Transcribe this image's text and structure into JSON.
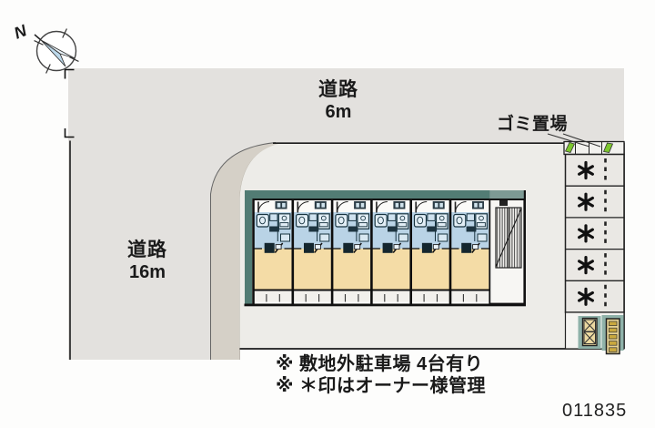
{
  "plan_id": "011835",
  "compass": {
    "direction_label": "N"
  },
  "roads": {
    "top": {
      "label": "道路",
      "width_label": "6m"
    },
    "left": {
      "label": "道路",
      "width_label": "16m"
    }
  },
  "site": {
    "garbage_area_label": "ゴミ置場",
    "building": {
      "unit_count": 6,
      "has_staircase": true
    },
    "parking": {
      "stall_count": 5,
      "stalls": [
        {
          "symbol": "*"
        },
        {
          "symbol": "*"
        },
        {
          "symbol": "*"
        },
        {
          "symbol": "*"
        },
        {
          "symbol": "*"
        }
      ]
    }
  },
  "notes": [
    "※ 敷地外駐車場 4台有り",
    "※ ＊印はオーナー様管理"
  ],
  "colors": {
    "road": "#e3e1de",
    "curb": "#d5d0c7",
    "ground": "#edece8",
    "building_band": "#527c74",
    "building_band_light": "#7d9a94",
    "unit_upper_blue": "#b9d3e6",
    "unit_lower_tan": "#f4dca6",
    "accent_green": "#7cc62e",
    "structure_teal": "#8fb2a9",
    "rack_tan": "#ecd9a0"
  }
}
